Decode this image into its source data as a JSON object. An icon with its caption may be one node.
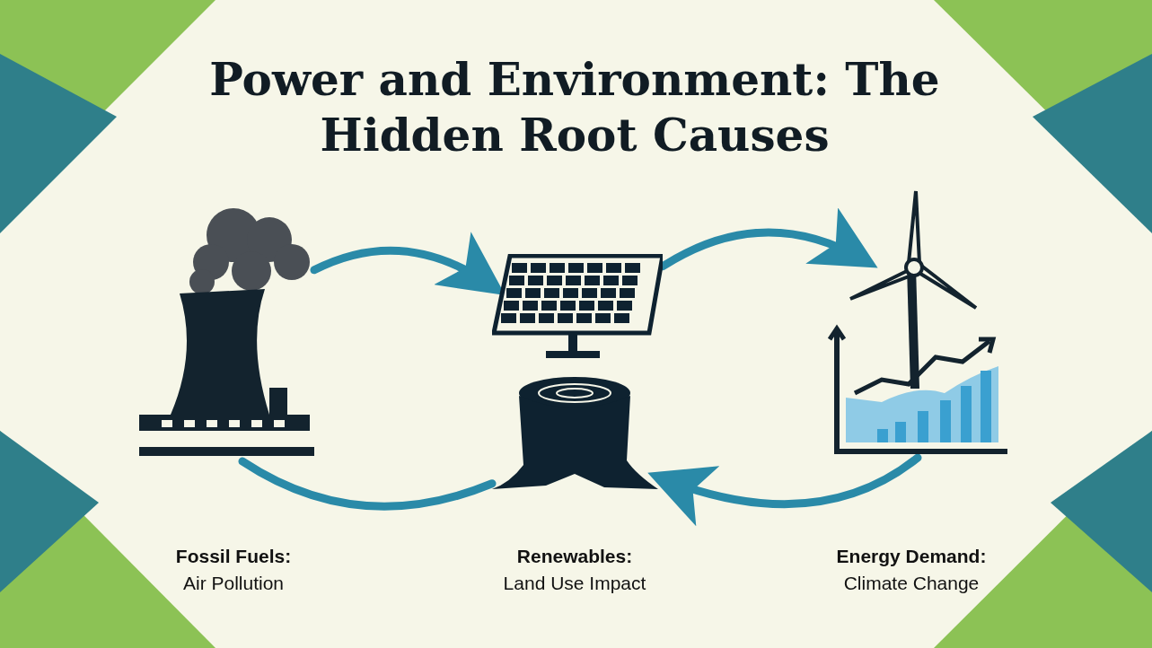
{
  "diagram": {
    "title": "Power and Environment: The Hidden Root Causes",
    "nodes": [
      {
        "text": [],
        "shape": "picture",
        "beside": [
          "Fossil Fuels:",
          "Air Pollution"
        ]
      },
      {
        "text": [],
        "shape": "picture",
        "beside": [
          "Renewables:",
          "Land Use Impact"
        ]
      },
      {
        "text": [],
        "shape": "picture",
        "beside": [
          "Energy Demand:",
          "Climate Change"
        ]
      }
    ],
    "edges": [
      {
        "from": 0,
        "to": 1,
        "arrow": "to"
      },
      {
        "from": 1,
        "to": 2,
        "arrow": "to"
      },
      {
        "from": 2,
        "to": 1,
        "arrow": "to"
      },
      {
        "from": 0,
        "to": 1,
        "arrow": "none"
      }
    ]
  }
}
